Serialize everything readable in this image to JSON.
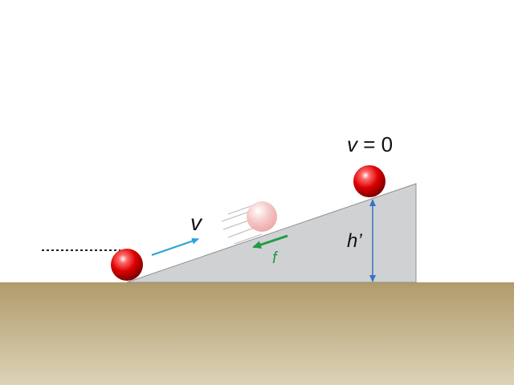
{
  "labels": {
    "velocity": "v",
    "velocity_top_symbol": "v",
    "velocity_top_value": " = 0",
    "friction": "f",
    "height": "h’"
  },
  "colors": {
    "ground_top": "#b09b6a",
    "ground_bottom": "#dcd3b8",
    "incline_fill": "#d0d1d3",
    "incline_stroke": "#8e9094",
    "ball": "#dd0000",
    "ball_faded": "#f2b9b9",
    "velocity_arrow": "#29a3d9",
    "friction_arrow": "#1f9b46",
    "height_arrow": "#3a73c4",
    "dotted_line": "#222222"
  }
}
